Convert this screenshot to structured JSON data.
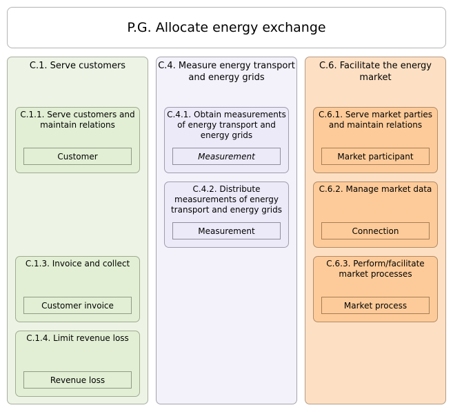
{
  "title": "P.G. Allocate energy exchange",
  "columns": {
    "c1": {
      "title": "C.1. Serve customers",
      "groups": [
        {
          "title": "C.1.1. Serve customers and maintain relations",
          "item": "Customer"
        },
        {
          "title": "C.1.3. Invoice and collect",
          "item": "Customer invoice"
        },
        {
          "title": "C.1.4. Limit revenue loss",
          "item": "Revenue loss"
        }
      ]
    },
    "c4": {
      "title": "C.4. Measure energy transport and energy grids",
      "groups": [
        {
          "title": "C.4.1. Obtain measurements of energy transport and energy grids",
          "item": "Measurement"
        },
        {
          "title": "C.4.2. Distribute measurements of energy transport and energy grids",
          "item": "Measurement"
        }
      ]
    },
    "c6": {
      "title": "C.6. Facilitate the energy market",
      "groups": [
        {
          "title": "C.6.1. Serve market parties and maintain relations",
          "item": "Market participant"
        },
        {
          "title": "C.6.2. Manage market data",
          "item": "Connection"
        },
        {
          "title": "C.6.3. Perform/facilitate market processes",
          "item": "Market process"
        }
      ]
    }
  },
  "colors": {
    "green_column": "#edf4e5",
    "green_group": "#e2efd4",
    "lavender_column": "#f3f2fb",
    "lavender_group": "#eceaf8",
    "orange_column": "#fde0c4",
    "orange_group": "#fdcb99"
  }
}
